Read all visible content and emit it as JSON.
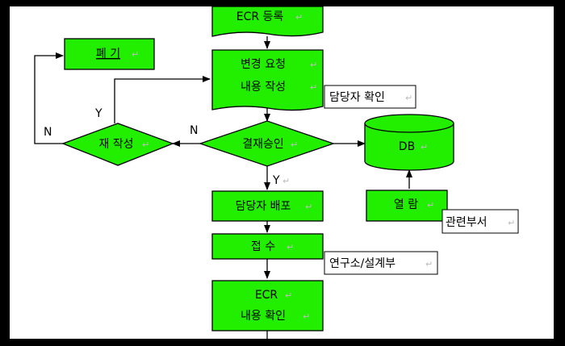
{
  "diagram": {
    "nodes": {
      "ecr_register": "ECR 등록",
      "discard": "폐 기",
      "change_request_1": "변경 요청",
      "change_request_2": "내용 작성",
      "rewrite": "재 작성",
      "approval": "결재승인",
      "db": "DB",
      "distribute": "담당자 배포",
      "view": "열 람",
      "receive": "접 수",
      "ecr_confirm_1": "ECR",
      "ecr_confirm_2": "내용 확인"
    },
    "notes": {
      "person_check": "담당자 확인",
      "related_dept": "관련부서",
      "lab_design": "연구소/설계부"
    },
    "edge_labels": {
      "rewrite_yes": "Y",
      "rewrite_no": "N",
      "approval_no": "N",
      "approval_yes": "Y"
    },
    "paragraph_mark": "↵",
    "colors": {
      "node_fill": "#22ee00",
      "stroke": "#000000",
      "frame": "#000000"
    }
  }
}
